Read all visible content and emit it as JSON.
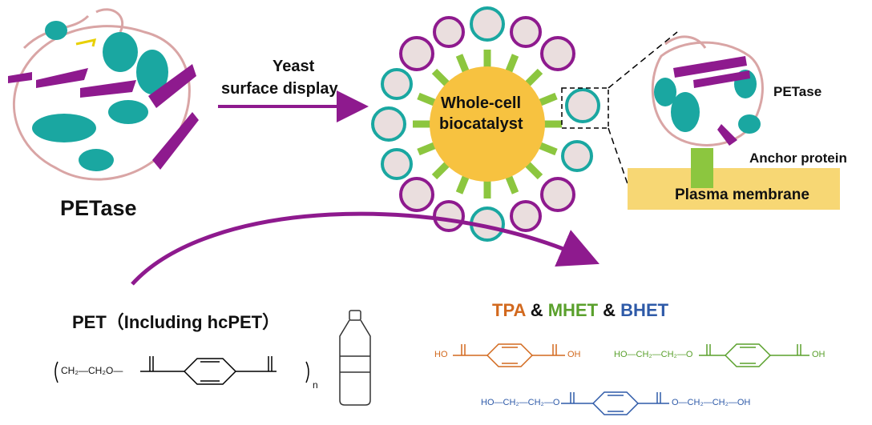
{
  "labels": {
    "petase_main": "PETase",
    "yeast_line1": "Yeast",
    "yeast_line2": "surface display",
    "wholecell_line1": "Whole-cell",
    "wholecell_line2": "biocatalyst",
    "petase_detail": "PETase",
    "anchor_protein": "Anchor protein",
    "plasma_membrane": "Plasma membrane",
    "pet_title": "PET（Including hcPET）"
  },
  "products": {
    "tpa": "TPA",
    "amp1": "&",
    "mhet": "MHET",
    "amp2": "&",
    "bhet": "BHET"
  },
  "formulas": {
    "pet_left": "CH₂—CH₂O—",
    "pet_n": "n",
    "tpa_ho": "HO",
    "tpa_oh": "OH",
    "mhet_left": "HO—CH₂—CH₂—O",
    "mhet_oh": "OH",
    "bhet_left": "HO—CH₂—CH₂—O",
    "bhet_right": "O—CH₂—CH₂—OH"
  },
  "colors": {
    "arrow": "#8e1a8e",
    "helix": "#1aa7a1",
    "sheet": "#8e1a8e",
    "loop": "#d9a5a5",
    "cell": "#f7c240",
    "spoke": "#8cc63f",
    "membrane": "#f7d774",
    "anchor": "#8cc63f",
    "tpa": "#d2691e",
    "mhet": "#5aa02c",
    "bhet": "#2e5aa8"
  }
}
